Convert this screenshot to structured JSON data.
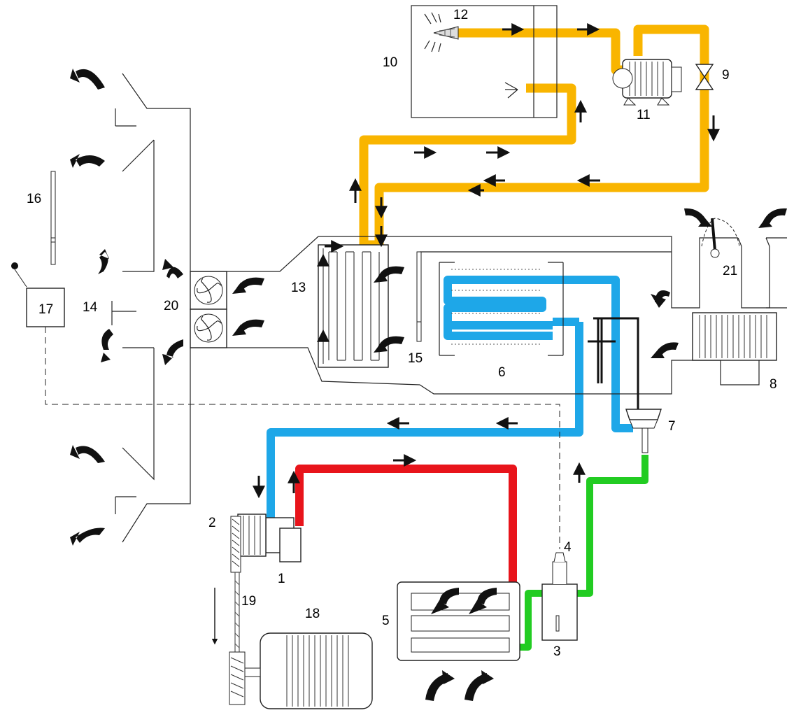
{
  "diagram": {
    "colors": {
      "water_loop": "#f9b500",
      "low_pressure_refrigerant": "#1ea7e8",
      "high_pressure_gas": "#e8141b",
      "high_pressure_liquid": "#22cc22",
      "outline": "#222222"
    },
    "labels": [
      {
        "id": "1",
        "text": "1"
      },
      {
        "id": "2",
        "text": "2"
      },
      {
        "id": "3",
        "text": "3"
      },
      {
        "id": "4",
        "text": "4"
      },
      {
        "id": "5",
        "text": "5"
      },
      {
        "id": "6",
        "text": "6"
      },
      {
        "id": "7",
        "text": "7"
      },
      {
        "id": "8",
        "text": "8"
      },
      {
        "id": "9",
        "text": "9"
      },
      {
        "id": "10",
        "text": "10"
      },
      {
        "id": "11",
        "text": "11"
      },
      {
        "id": "12",
        "text": "12"
      },
      {
        "id": "13",
        "text": "13"
      },
      {
        "id": "14",
        "text": "14"
      },
      {
        "id": "15",
        "text": "15"
      },
      {
        "id": "16",
        "text": "16"
      },
      {
        "id": "17",
        "text": "17"
      },
      {
        "id": "18",
        "text": "18"
      },
      {
        "id": "19",
        "text": "19"
      },
      {
        "id": "20",
        "text": "20"
      },
      {
        "id": "21",
        "text": "21"
      }
    ]
  }
}
